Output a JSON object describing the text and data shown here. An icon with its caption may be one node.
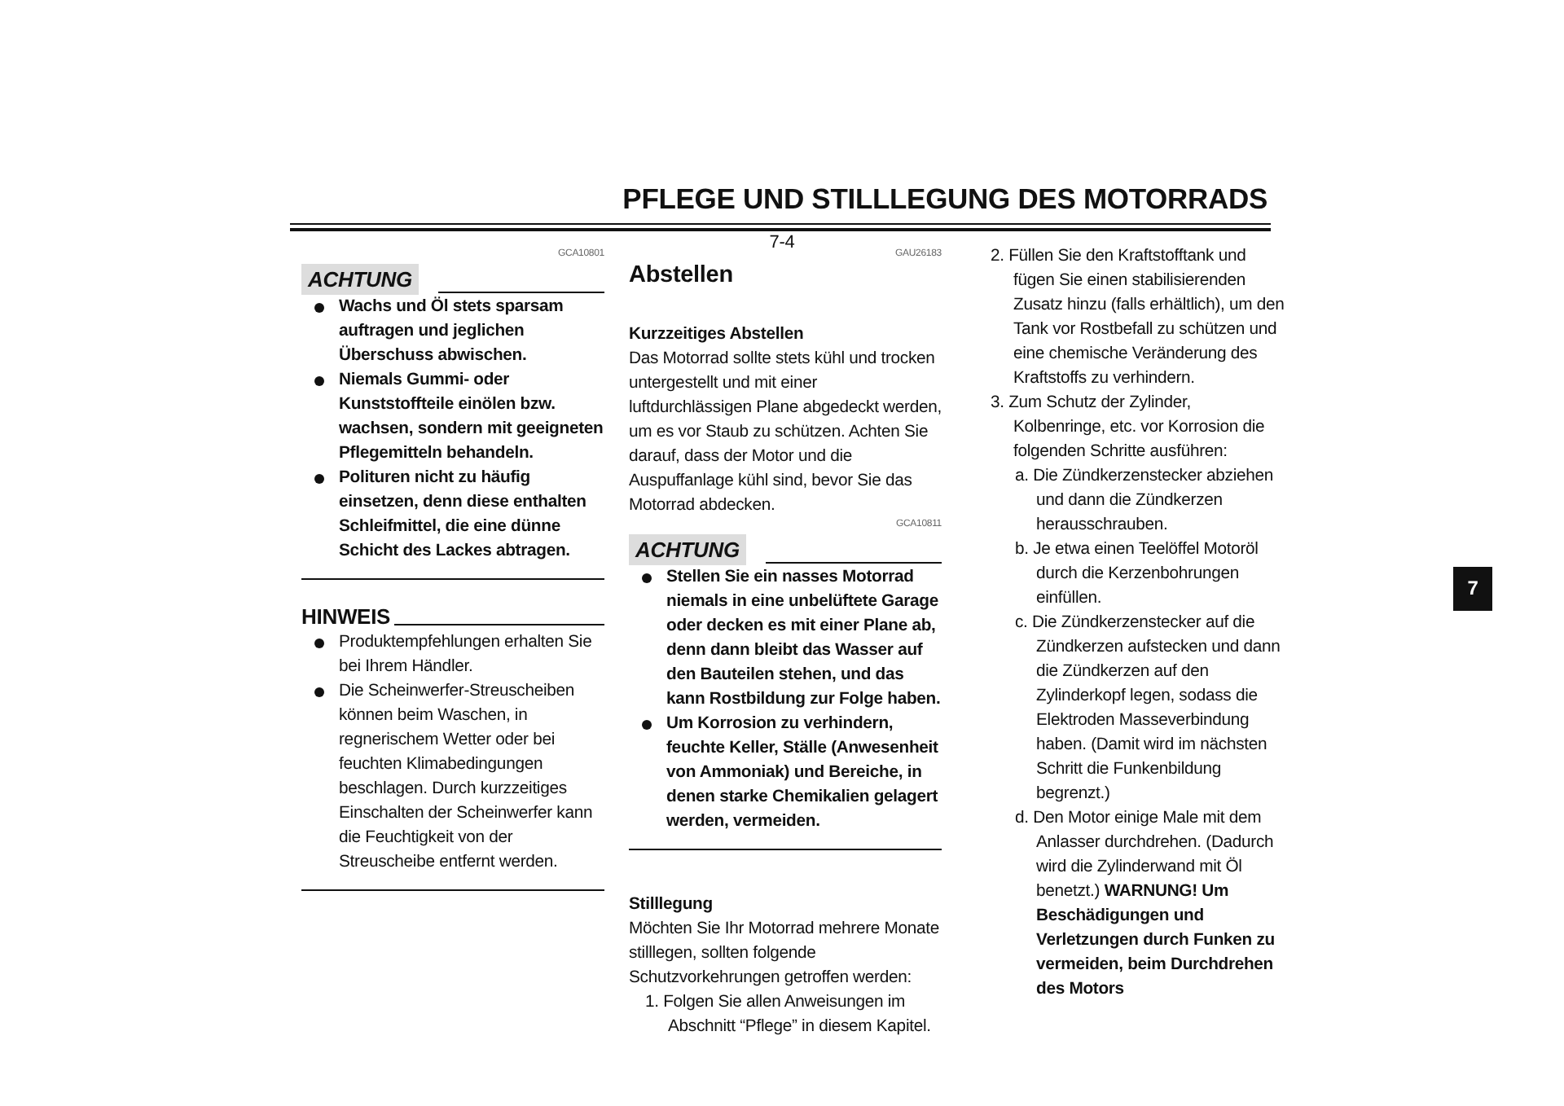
{
  "diagram": {
    "title": "PFLEGE UND STILLLEGUNG DES MOTORRADS",
    "labels": [
      "GCA10801",
      "ACHTUNG",
      "Wachs und Öl stets sparsam auftragen und jeglichen Überschuss abwischen.",
      "Niemals Gummi- oder Kunststoffteile einölen bzw. wachsen, sondern mit geeigneten Pflegemitteln behandeln.",
      "Polituren nicht zu häufig einsetzen, denn diese enthalten Schleifmittel, die eine dünne Schicht des Lackes abtragen.",
      "HINWEIS",
      "Produktempfehlungen erhalten Sie bei Ihrem Händler.",
      "Die Scheinwerfer-Streuscheiben können beim Waschen, in regnerischem Wetter oder bei feuchten Klimabedingungen beschlagen. Durch kurzzeitiges Einschalten der Scheinwerfer kann die Feuchtigkeit von der Streuscheibe entfernt werden.",
      "GAU26183",
      "Abstellen",
      "Kurzzeitiges Abstellen",
      "Das Motorrad sollte stets kühl und trocken untergestellt und mit einer luftdurchlässigen Plane abgedeckt werden, um es vor Staub zu schützen. Achten Sie darauf, dass der Motor und die Auspuffanlage kühl sind, bevor Sie das Motorrad abdecken.",
      "GCA10811",
      "ACHTUNG",
      "Stellen Sie ein nasses Motorrad niemals in eine unbelüftete Garage oder decken es mit einer Plane ab, denn dann bleibt das Wasser auf den Bauteilen stehen, und das kann Rostbildung zur Folge haben.",
      "Um Korrosion zu verhindern, feuchte Keller, Ställe (Anwesenheit von Ammoniak) und Bereiche, in denen starke Chemikalien gelagert werden, vermeiden.",
      "Stilllegung",
      "Möchten Sie Ihr Motorrad mehrere Monate stilllegen, sollten folgende Schutzvorkehrungen getroffen werden:",
      "1. Folgen Sie allen Anweisungen im Abschnitt “Pflege” in diesem Kapitel.",
      "2. Füllen Sie den Kraftstofftank und fügen Sie einen stabilisierenden Zusatz hinzu (falls erhältlich), um den Tank vor Rostbefall zu schützen und eine chemische Veränderung des Kraftstoffs zu verhindern.",
      "3. Zum Schutz der Zylinder, Kolbenringe, etc. vor Korrosion die folgenden Schritte ausführen:",
      "a. Die Zündkerzenstecker abziehen und dann die Zündkerzen herausschrauben.",
      "b. Je etwa einen Teelöffel Motoröl durch die Kerzenbohrungen einfüllen.",
      "c. Die Zündkerzenstecker auf die Zündkerzen aufstecken und dann die Zündkerzen auf den Zylinderkopf legen, sodass die Elektroden Masseverbindung haben. (Damit wird im nächsten Schritt die Funkenbildung begrenzt.)",
      "d. Den Motor einige Male mit dem Anlasser durchdrehen. (Dadurch wird die Zylinderwand mit Öl benetzt.) **WARNUNG! Um Beschädigungen und Verletzungen durch Funken zu vermeiden, beim Durchdrehen des Motors**",
      "7-4",
      "7"
    ]
  }
}
